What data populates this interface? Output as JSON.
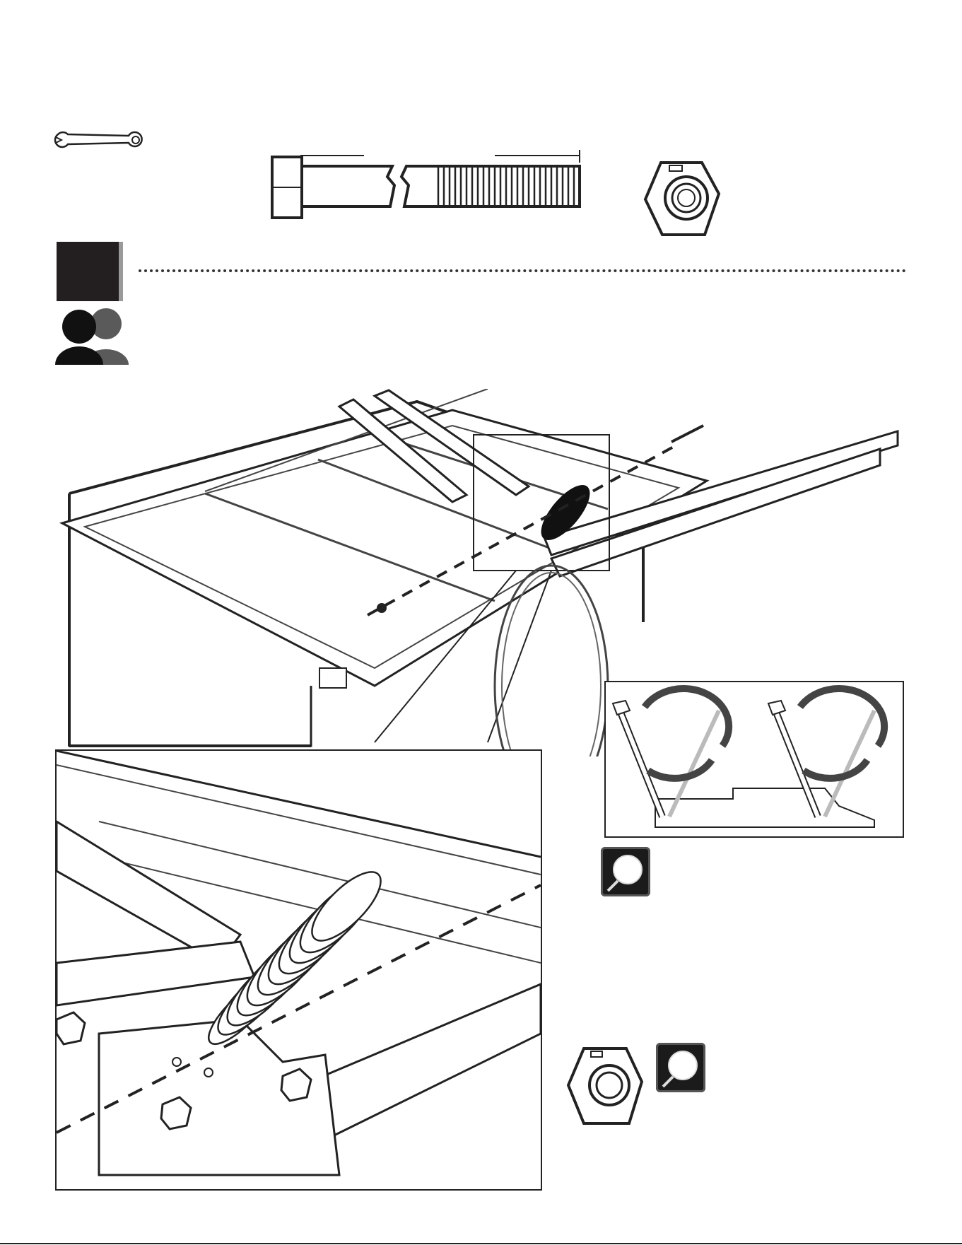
{
  "page": {
    "background": "#ffffff",
    "ink": "#231f20",
    "accent_gray": "#9a9a9a"
  },
  "header": {
    "tool_icon": "wrench-icon",
    "hardware": [
      {
        "icon": "bolt-icon"
      },
      {
        "icon": "hex-nut-icon"
      }
    ]
  },
  "step": {
    "step_marker": "step-number-box",
    "people_icon": "two-person-icon",
    "divider": "dotted-line"
  },
  "figures": {
    "main": "trampoline-frame-spring-assembly",
    "zoom_detail": "spring-bracket-closeup",
    "rotation_detail": "bolt-rotation-diagram",
    "badges": [
      {
        "icon": "magnifier-icon"
      },
      {
        "icon": "magnifier-icon"
      }
    ],
    "nut_icon": "hex-nut-icon"
  }
}
